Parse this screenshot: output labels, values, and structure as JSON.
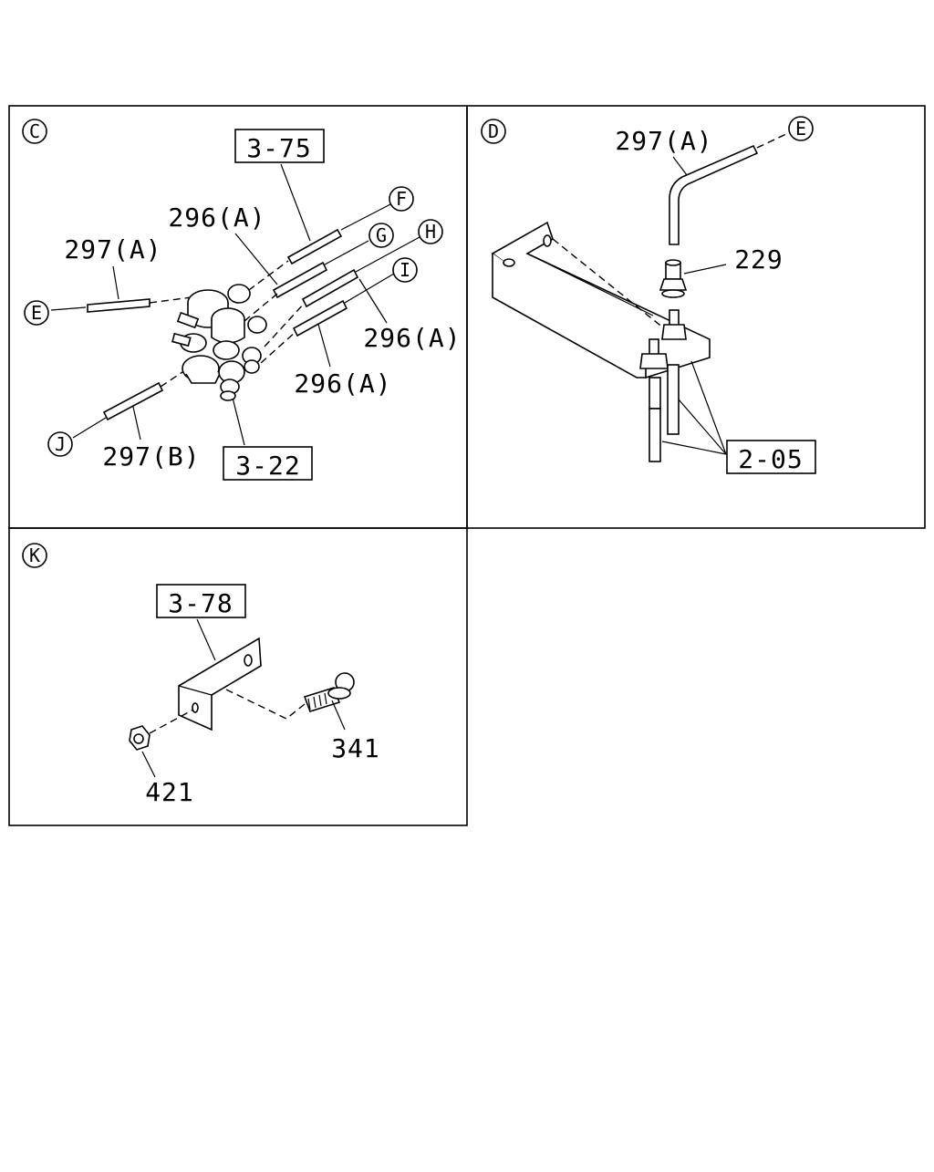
{
  "panels": {
    "c": {
      "marker": "C",
      "ref_top": "3-75",
      "ref_bottom": "3-22",
      "hose_a1": "296(A)",
      "hose_a2": "296(A)",
      "hose_a3": "296(A)",
      "hose_e": "297(A)",
      "hose_j": "297(B)",
      "conn_e": "E",
      "conn_f": "F",
      "conn_g": "G",
      "conn_h": "H",
      "conn_i": "I",
      "conn_j": "J"
    },
    "d": {
      "marker": "D",
      "hose": "297(A)",
      "conn_e": "E",
      "part_229": "229",
      "ref": "2-05"
    },
    "k": {
      "marker": "K",
      "ref": "3-78",
      "bolt": "341",
      "nut": "421"
    }
  }
}
